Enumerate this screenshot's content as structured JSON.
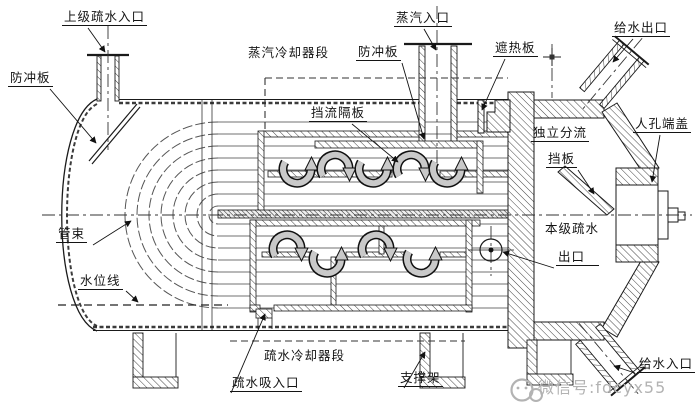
{
  "labels": {
    "upper_drain_inlet": "上级疏水入口",
    "impingement_plate_left": "防冲板",
    "steam_cooler_section": "蒸汽冷却器段",
    "steam_inlet": "蒸汽入口",
    "impingement_plate_center": "防冲板",
    "heat_shield_plate": "遮热板",
    "feedwater_outlet": "给水出口",
    "flow_baffle": "挡流隔板",
    "splitter_baffle_l1": "独立分流",
    "splitter_baffle_l2": "挡板",
    "manhole_end_cover": "人孔端盖",
    "tube_bundle": "管束",
    "water_level_line": "水位线",
    "local_drain_outlet_l1": "本级疏水",
    "local_drain_outlet_l2": "出口",
    "drain_cooler_section": "疏水冷却器段",
    "drain_suction_inlet": "疏水吸入口",
    "support_frame": "支撑架",
    "feedwater_inlet": "给水入口"
  },
  "watermark": {
    "text": "微信号:fdcyx55"
  },
  "colors": {
    "line": "#1a1a1a",
    "flow_arrow_fill": "#c9c9c9",
    "watermark_gray": "#b3b3b3",
    "background": "#ffffff"
  }
}
